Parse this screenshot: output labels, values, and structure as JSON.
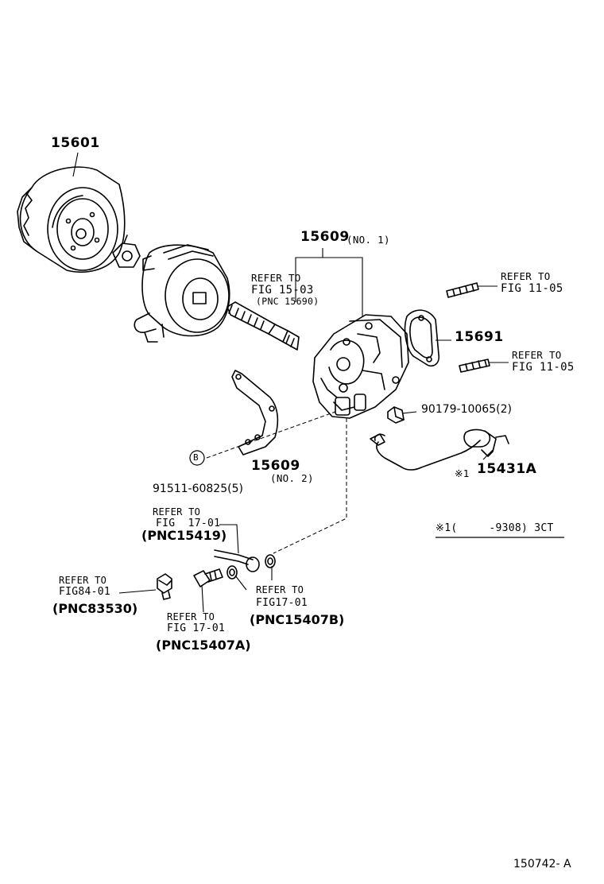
{
  "parts": {
    "p15601": "15601",
    "p15609_no1_num": "15609",
    "p15609_no1_suffix": "(NO. 1)",
    "p15691": "15691",
    "p15609_no2_num": "15609",
    "p15609_no2_suffix": "(NO. 2)",
    "p90179": "90179-10065(2)",
    "p15431a": "15431A",
    "p91511": "91511-60825(5)",
    "circle_b": "B",
    "note_mark": "※1",
    "note_text": "※1(　　　-9308) 3CT"
  },
  "refs": {
    "r1": [
      "REFER TO",
      "FIG 15-03",
      "(PNC 15690)"
    ],
    "r2": [
      "REFER TO",
      "FIG 11-05"
    ],
    "r3": [
      "REFER TO",
      "FIG 11-05"
    ],
    "r4": [
      "REFER TO",
      "FIG  17-01",
      "(PNC15419)"
    ],
    "r5": [
      "REFER TO",
      "FIG84-01",
      "(PNC83530)"
    ],
    "r6": [
      "REFER TO",
      "FIG 17-01",
      "(PNC15407A)"
    ],
    "r7": [
      "REFER TO",
      "FIG17-01",
      "(PNC15407B)"
    ]
  },
  "footer": {
    "code": "150742- A"
  }
}
